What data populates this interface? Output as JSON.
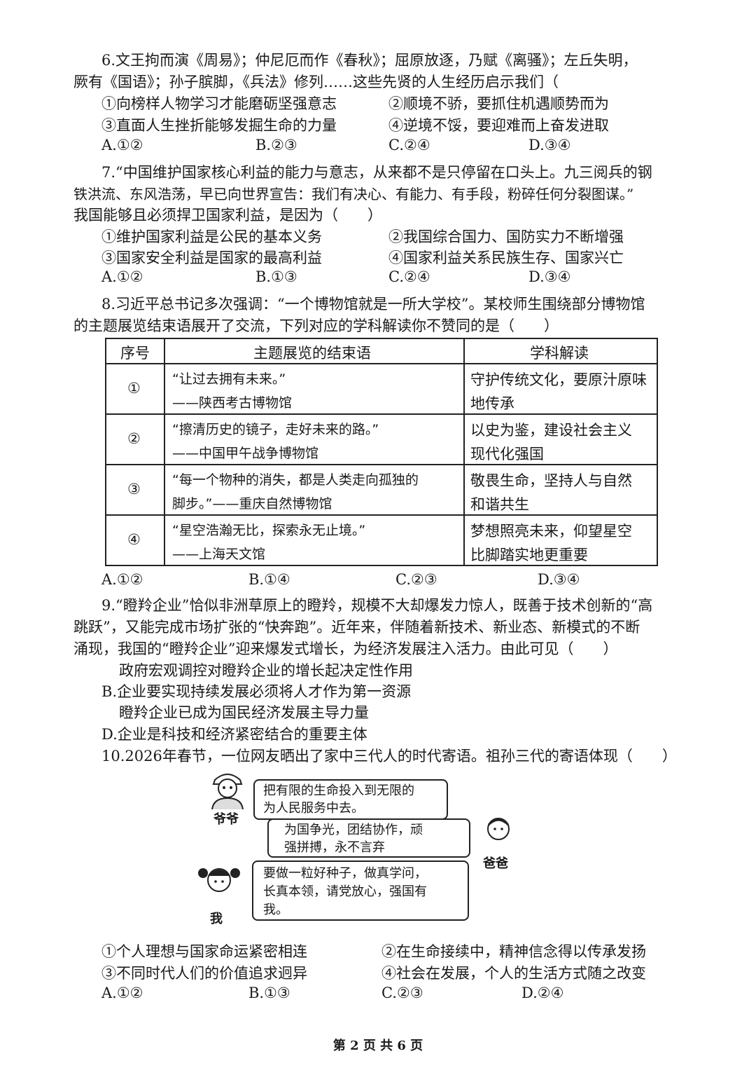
{
  "q6": {
    "line1": "6.文王拘而演《周易》；仲尼厄而作《春秋》；屈原放逐，乃赋《离骚》；左丘失明，",
    "line2": "厥有《国语》；孙子膑脚，《兵法》修列……这些先贤的人生经历启示我们（",
    "s1": "①向榜样人物学习才能磨砺坚强意志",
    "s2": "②顺境不骄，要抓住机遇顺势而为",
    "s3": "③直面人生挫折能够发掘生命的力量",
    "s4": "④逆境不馁，要迎难而上奋发进取",
    "a": "A.①②",
    "b": "B.②③",
    "c": "C.②④",
    "d": "D.③④"
  },
  "q7": {
    "line1": "7.“中国维护国家核心利益的能力与意志，从来都不是只停留在口头上。九三阅兵的钢",
    "line2": "铁洪流、东风浩荡，早已向世界宣告：我们有决心、有能力、有手段，粉碎任何分裂图谋。”",
    "line3": "我国能够且必须捍卫国家利益，是因为（　　）",
    "s1": "①维护国家利益是公民的基本义务",
    "s2": "②我国综合国力、国防实力不断增强",
    "s3": "③国家安全利益是国家的最高利益",
    "s4": "④国家利益关系民族生存、国家兴亡",
    "a": "A.①②",
    "b": "B.①③",
    "c": "C.②④",
    "d": "D.③④"
  },
  "q8": {
    "line1": "8.习近平总书记多次强调：“一个博物馆就是一所大学校”。某校师生围绕部分博物馆",
    "line2": "的主题展览结束语展开了交流，下列对应的学科解读你不赞同的是（　　）",
    "headers": [
      "序号",
      "主题展览的结束语",
      "学科解读"
    ],
    "rows": [
      {
        "no": "①",
        "q1": "“让过去拥有未来。”",
        "q2": "——陕西考古博物馆",
        "r1": "守护传统文化，要原汁原味",
        "r2": "地传承"
      },
      {
        "no": "②",
        "q1": "“擦清历史的镜子，走好未来的路。”",
        "q2": "——中国甲午战争博物馆",
        "r1": "以史为鉴，建设社会主义",
        "r2": "现代化强国"
      },
      {
        "no": "③",
        "q1": "“每一个物种的消失，都是人类走向孤独的",
        "q2": "脚步。”——重庆自然博物馆",
        "r1": "敬畏生命，坚持人与自然",
        "r2": "和谐共生"
      },
      {
        "no": "④",
        "q1": "“星空浩瀚无比，探索永无止境。”",
        "q2": "——上海天文馆",
        "r1": "梦想照亮未来，仰望星空",
        "r2": "比脚踏实地更重要"
      }
    ],
    "a": "A.①②",
    "b": "B.①④",
    "c": "C.②③",
    "d": "D.③④"
  },
  "q9": {
    "line1": "9.“瞪羚企业”恰似非洲草原上的瞪羚，规模不大却爆发力惊人，既善于技术创新的“高",
    "line2": "跳跃”，又能完成市场扩张的“快奔跑”。近年来，伴随着新技术、新业态、新模式的不断",
    "line3": "涌现，我国的“瞪羚企业”迎来爆发式增长，为经济发展注入活力。由此可见（　　）",
    "a": "政府宏观调控对瞪羚企业的增长起决定性作用",
    "b": "B.企业要实现持续发展必须将人才作为第一资源",
    "c": "瞪羚企业已成为国民经济发展主导力量",
    "d": "D.企业是科技和经济紧密结合的重要主体"
  },
  "q10": {
    "line1": "10.2026年春节，一位网友晒出了家中三代人的时代寄语。祖孙三代的寄语体现（　　）",
    "grandpa_label": "爷爷",
    "grandpa_text1": "把有限的生命投入到无限的",
    "grandpa_text2": "为人民服务中去。",
    "dad_label": "爸爸",
    "dad_text1": "为国争光，团结协作，顽",
    "dad_text2": "强拼搏，永不言弃",
    "me_label": "我",
    "me_text1": "要做一粒好种子，做真学问，",
    "me_text2": "长真本领，请党放心，强国有",
    "me_text3": "我。",
    "s1": "①个人理想与国家命运紧密相连",
    "s2": "②在生命接续中，精神信念得以传承发扬",
    "s3": "③不同时代人们的价值追求迥异",
    "s4": "④社会在发展，个人的生活方式随之改变",
    "a": "A.①②",
    "b": "B.①③",
    "c": "C.②③",
    "d": "D.②④"
  },
  "footer": "第 2 页 共 6 页"
}
